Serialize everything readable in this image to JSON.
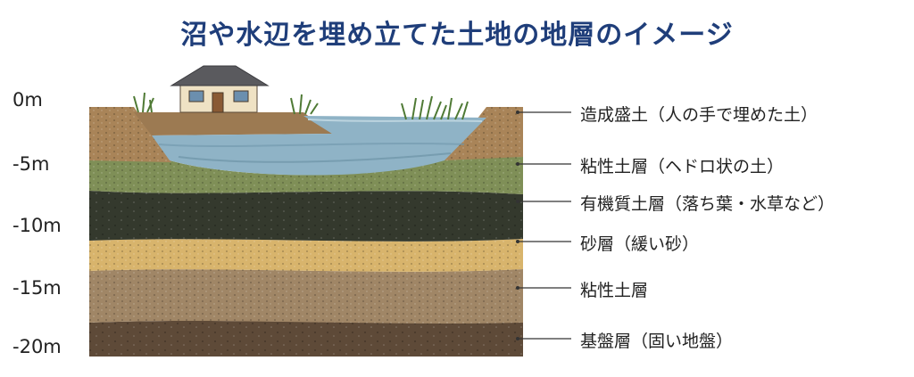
{
  "title": "沼や水辺を埋め立てた土地の地層のイメージ",
  "depth_scale": [
    "0m",
    "-5m",
    "-10m",
    "-15m",
    "-20m"
  ],
  "layers": [
    {
      "label": "造成盛土（人の手で埋めた土）",
      "color": "#a98458"
    },
    {
      "label": "粘性土層（ヘドロ状の土）",
      "color": "#7f8f57"
    },
    {
      "label": "有機質土層（落ち葉・水草など）",
      "color": "#34392d"
    },
    {
      "label": "砂層（緩い砂）",
      "color": "#d8b46c"
    },
    {
      "label": "粘性土層",
      "color": "#a08666"
    },
    {
      "label": "基盤層（固い地盤）",
      "color": "#5e4a38"
    }
  ],
  "water_color": "#8fb3c6"
}
